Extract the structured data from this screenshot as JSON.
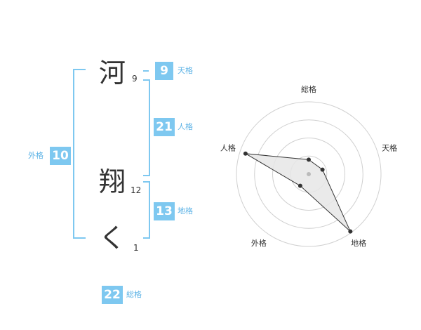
{
  "characters": [
    {
      "char": "河",
      "strokes": "9"
    },
    {
      "char": "翔",
      "strokes": "12"
    },
    {
      "char": "く",
      "strokes": "1"
    }
  ],
  "kakusu": {
    "tenkaku": {
      "value": "9",
      "label": "天格"
    },
    "jinkaku": {
      "value": "21",
      "label": "人格"
    },
    "chikaku": {
      "value": "13",
      "label": "地格"
    },
    "gaikaku": {
      "value": "10",
      "label": "外格"
    },
    "soukaku": {
      "value": "22",
      "label": "総格"
    }
  },
  "chart_data": {
    "type": "radar",
    "axes": [
      "総格",
      "天格",
      "地格",
      "外格",
      "人格"
    ],
    "values": [
      0.2,
      0.2,
      0.98,
      0.2,
      0.92
    ],
    "rmax": 1,
    "rings": 4,
    "colors": {
      "grid": "#d0d0d0",
      "fill": "#e6e6e6",
      "line": "#333333",
      "point": "#333333",
      "center": "#bbbbbb"
    }
  },
  "colors": {
    "accent": "#7ec8f0",
    "label": "#5db3e6"
  }
}
